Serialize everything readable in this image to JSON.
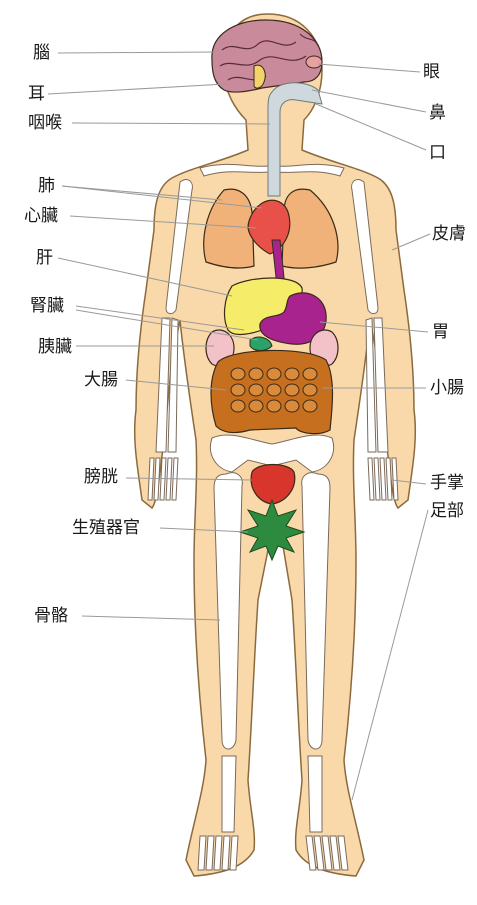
{
  "labels_left": {
    "brain": "腦",
    "ear": "耳",
    "throat": "咽喉",
    "lung": "肺",
    "heart": "心臟",
    "liver": "肝",
    "kidney": "腎臟",
    "pancreas": "胰臟",
    "large_intestine": "大腸",
    "bladder": "膀胱",
    "reproductive": "生殖器官",
    "skeleton": "骨骼"
  },
  "labels_right": {
    "eye": "眼",
    "nose": "鼻",
    "mouth": "口",
    "skin": "皮膚",
    "stomach": "胃",
    "small_intestine": "小腸",
    "hand": "手掌",
    "foot": "足部"
  },
  "colors": {
    "skin": "#f9d9a9",
    "outline": "#8b6a3e",
    "bone": "#ffffff",
    "brain": "#c98a9b",
    "lung": "#f1b27a",
    "heart": "#e8504a",
    "liver": "#f5ec6a",
    "stomach": "#a8238e",
    "pancreas": "#2aa36a",
    "intestine": "#c6701f",
    "kidney": "#f2c2c8",
    "bladder": "#d8362c",
    "reproductive": "#2e8a3f",
    "airway": "#cfd8dc",
    "leader_line": "#9a9a9a"
  }
}
